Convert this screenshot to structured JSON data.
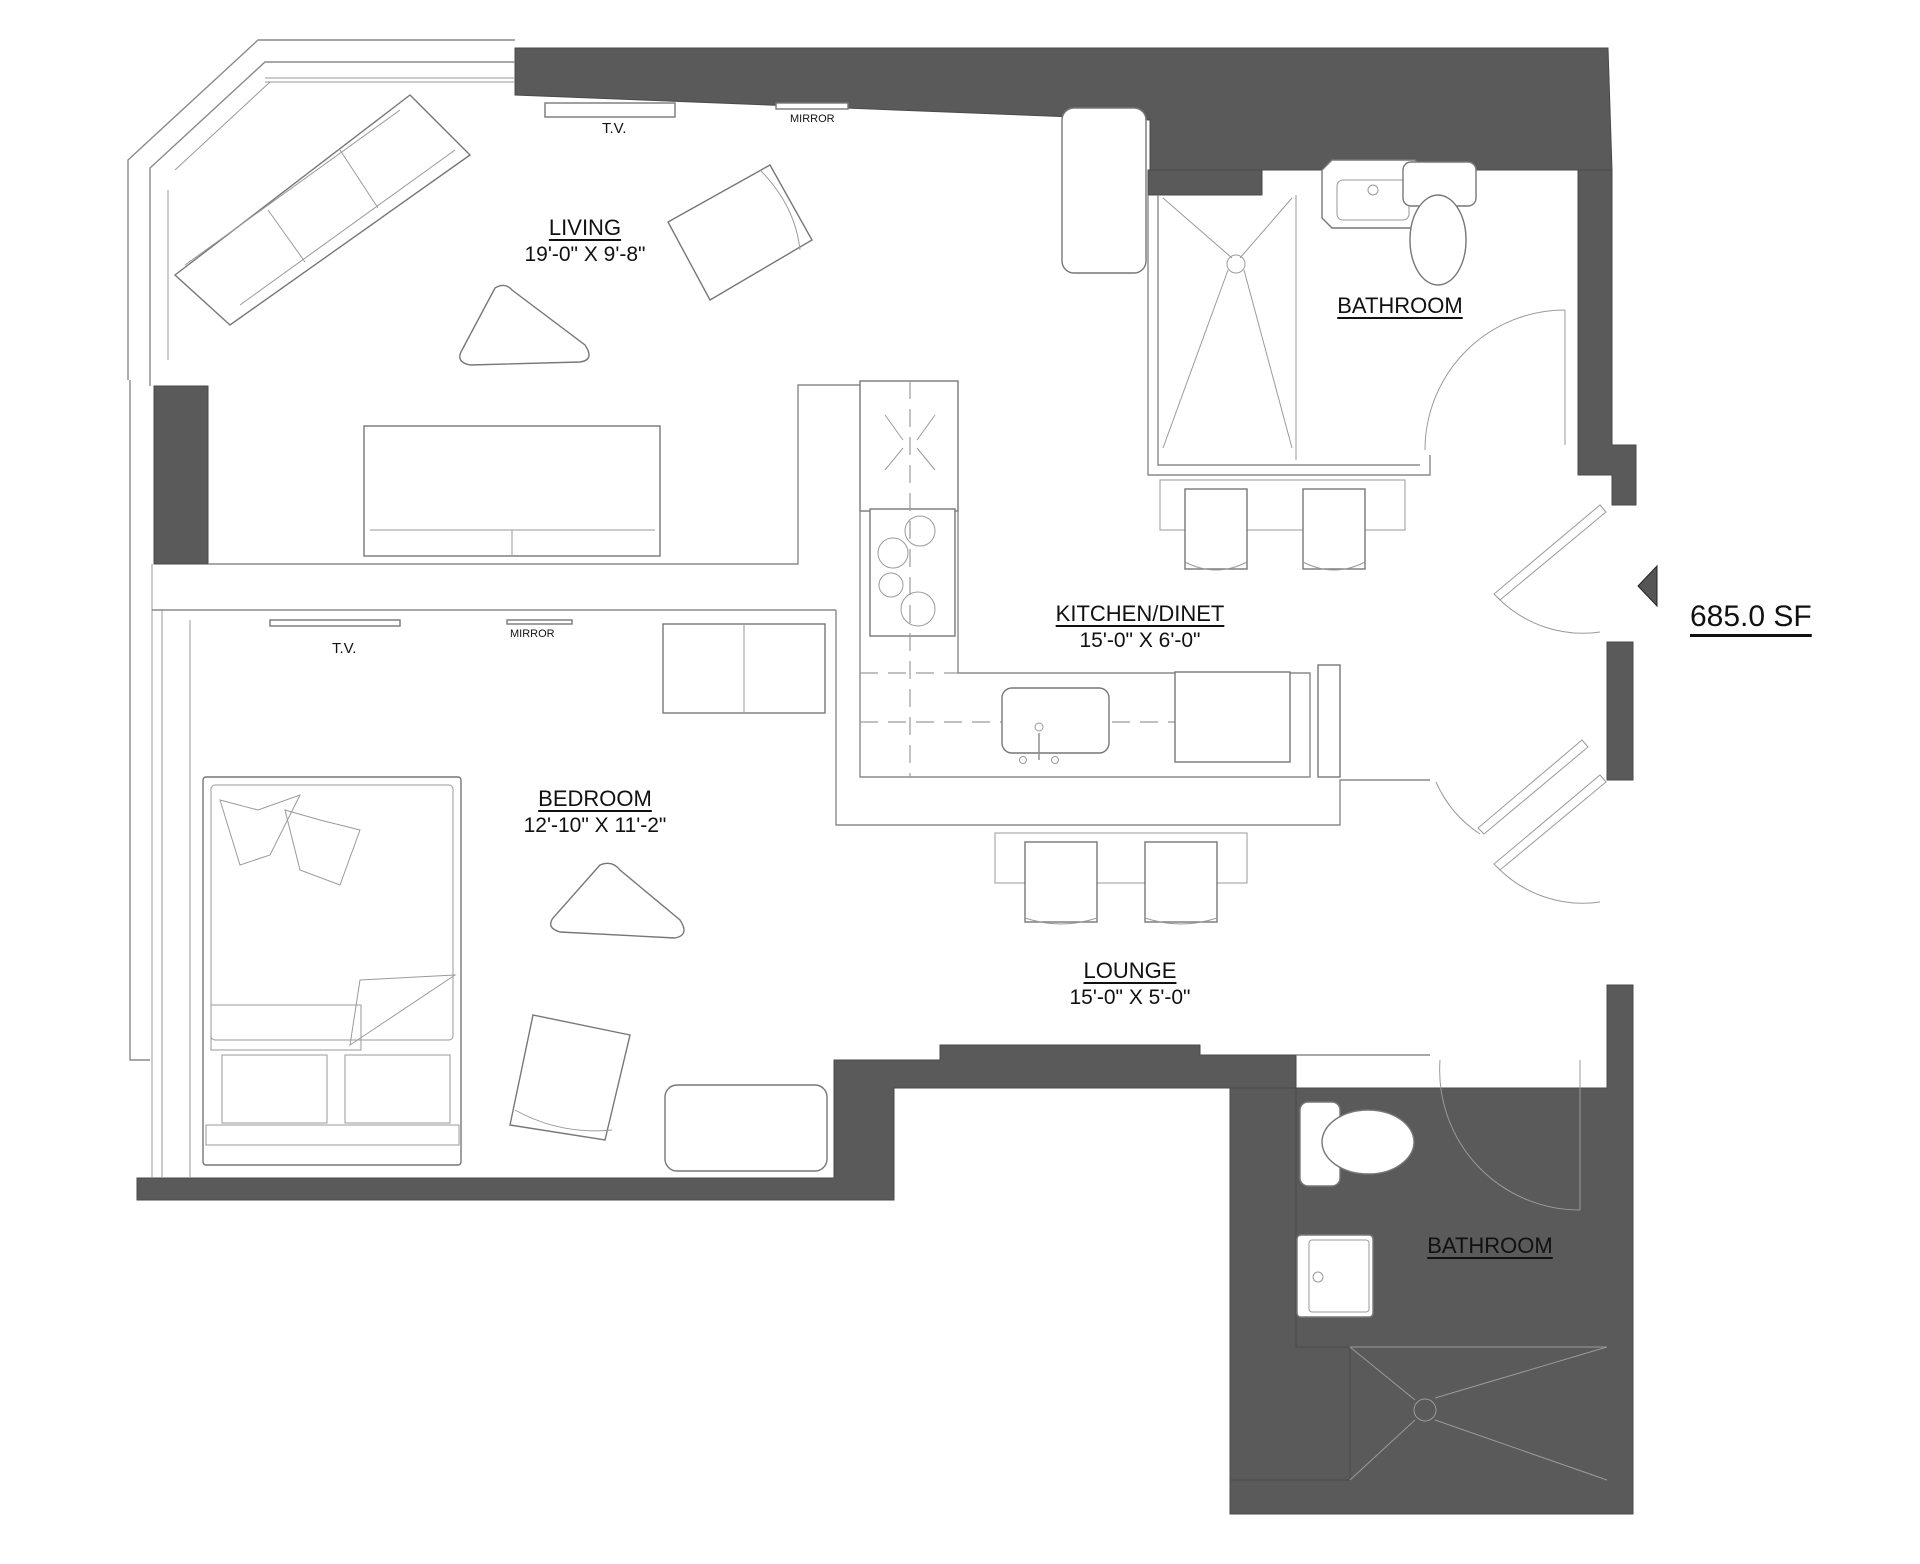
{
  "floor_plan": {
    "total_area": "685.0 SF",
    "entry_marker": "entry-arrow",
    "colors": {
      "wall": "#5a5a5a",
      "line": "#8a8a8a",
      "background": "#ffffff",
      "text": "#111111"
    },
    "rooms": [
      {
        "id": "living",
        "name": "LIVING",
        "dimensions": "19'-0\" X 9'-8\""
      },
      {
        "id": "kitchen",
        "name": "KITCHEN/DINET",
        "dimensions": "15'-0\" X 6'-0\""
      },
      {
        "id": "bedroom",
        "name": "BEDROOM",
        "dimensions": "12'-10\" X 11'-2\""
      },
      {
        "id": "lounge",
        "name": "LOUNGE",
        "dimensions": "15'-0\" X 5'-0\""
      },
      {
        "id": "bathroom1",
        "name": "BATHROOM"
      },
      {
        "id": "bathroom2",
        "name": "BATHROOM"
      }
    ],
    "fixture_labels": {
      "living_tv": "T.V.",
      "living_mirror": "MIRROR",
      "bedroom_tv": "T.V.",
      "bedroom_mirror": "MIRROR"
    }
  }
}
